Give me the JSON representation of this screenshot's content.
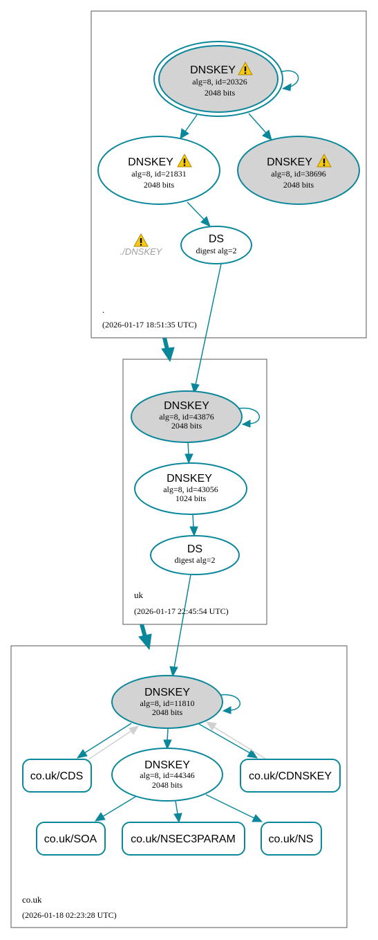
{
  "colors": {
    "edge": "#0a879a",
    "node_fill_ksk": "#d3d3d3",
    "node_fill_plain": "#ffffff",
    "revoked_edge": "#d0d0d0",
    "warning_fill": "#f6c915"
  },
  "zones": {
    "root": {
      "name": ".",
      "timestamp": "(2026-01-17 18:51:35 UTC)",
      "ksk": {
        "title": "DNSKEY",
        "line1": "alg=8, id=20326",
        "line2": "2048 bits",
        "icon": "warning-icon"
      },
      "zsk": {
        "title": "DNSKEY",
        "line1": "alg=8, id=21831",
        "line2": "2048 bits",
        "icon": "warning-icon"
      },
      "ksk2": {
        "title": "DNSKEY",
        "line1": "alg=8, id=38696",
        "line2": "2048 bits",
        "icon": "warning-icon"
      },
      "ds": {
        "title": "DS",
        "line1": "digest alg=2"
      },
      "missing_label": "./DNSKEY"
    },
    "uk": {
      "name": "uk",
      "timestamp": "(2026-01-17 22:45:54 UTC)",
      "ksk": {
        "title": "DNSKEY",
        "line1": "alg=8, id=43876",
        "line2": "2048 bits"
      },
      "zsk": {
        "title": "DNSKEY",
        "line1": "alg=8, id=43056",
        "line2": "1024 bits"
      },
      "ds": {
        "title": "DS",
        "line1": "digest alg=2"
      }
    },
    "couk": {
      "name": "co.uk",
      "timestamp": "(2026-01-18 02:23:28 UTC)",
      "ksk": {
        "title": "DNSKEY",
        "line1": "alg=8, id=11810",
        "line2": "2048 bits"
      },
      "zsk": {
        "title": "DNSKEY",
        "line1": "alg=8, id=44346",
        "line2": "2048 bits"
      },
      "records": {
        "cds": "co.uk/CDS",
        "cdnskey": "co.uk/CDNSKEY",
        "soa": "co.uk/SOA",
        "nsec3param": "co.uk/NSEC3PARAM",
        "ns": "co.uk/NS"
      }
    }
  }
}
